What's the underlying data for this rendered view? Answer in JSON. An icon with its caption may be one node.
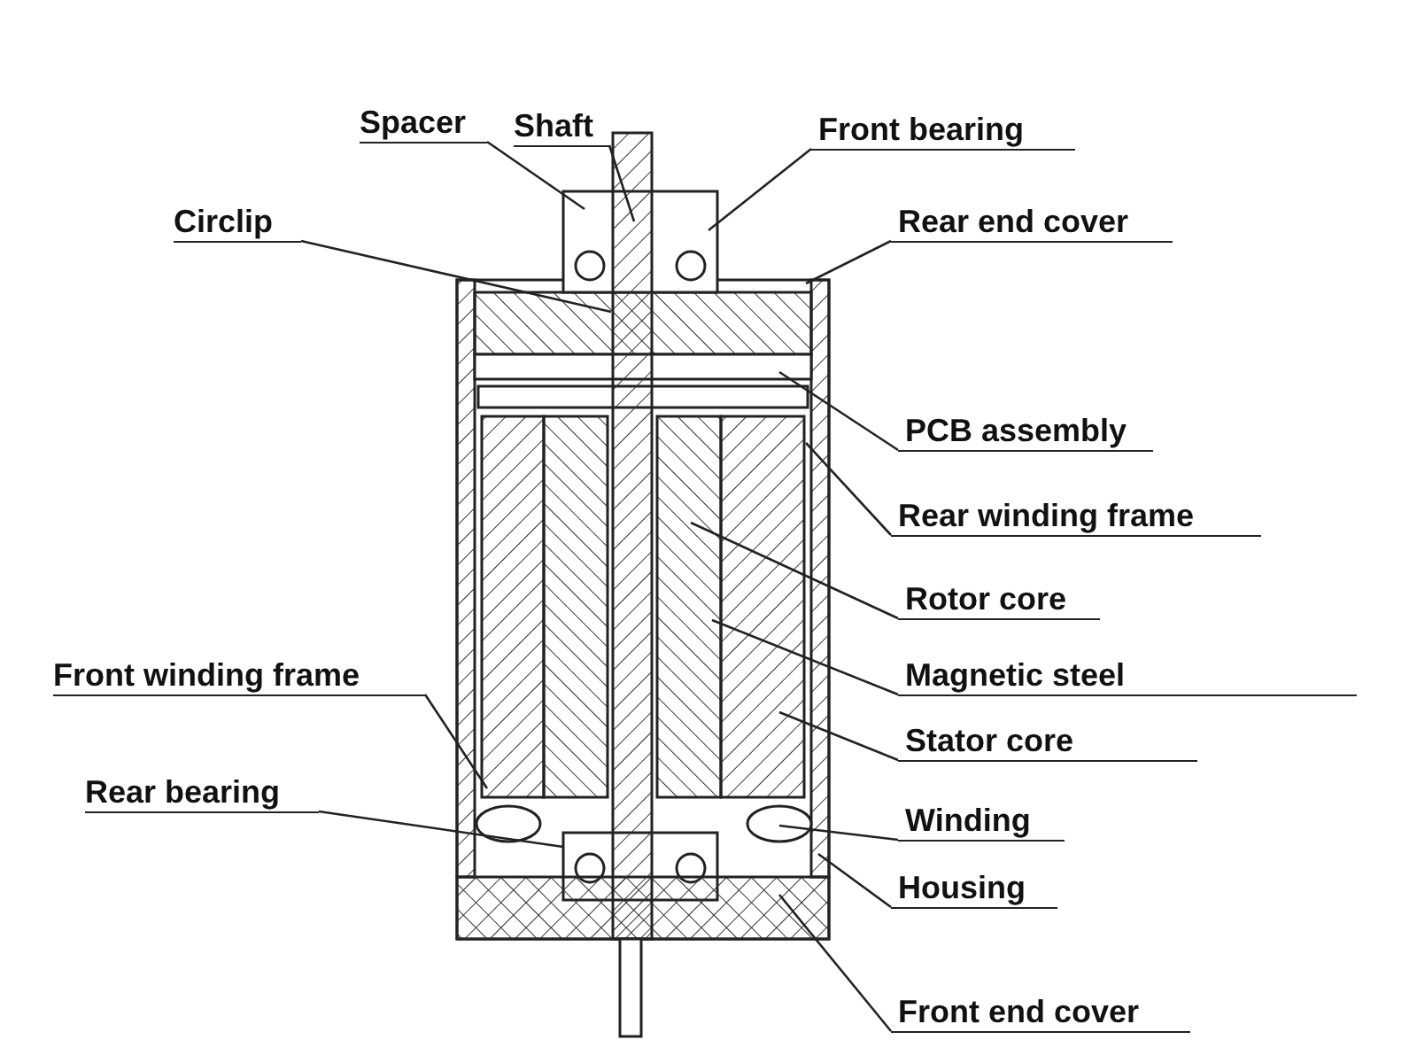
{
  "diagram": {
    "nodes": [
      {
        "text": [
          "Spacer"
        ]
      },
      {
        "text": [
          "Shaft"
        ]
      },
      {
        "text": [
          "Front bearing"
        ]
      },
      {
        "text": [
          "Circlip"
        ]
      },
      {
        "text": [
          "Rear end cover"
        ]
      },
      {
        "text": [
          "PCB assembly"
        ]
      },
      {
        "text": [
          "Rear winding frame"
        ]
      },
      {
        "text": [
          "Rotor core"
        ]
      },
      {
        "text": [
          "Front winding frame"
        ]
      },
      {
        "text": [
          "Magnetic steel"
        ]
      },
      {
        "text": [
          "Stator core"
        ]
      },
      {
        "text": [
          "Rear bearing"
        ]
      },
      {
        "text": [
          "Winding"
        ]
      },
      {
        "text": [
          "Housing"
        ]
      },
      {
        "text": [
          "Front end cover"
        ]
      }
    ],
    "edges": [
      {
        "from": 0,
        "to": null,
        "arrow": "none"
      },
      {
        "from": 1,
        "to": null,
        "arrow": "none"
      },
      {
        "from": 2,
        "to": null,
        "arrow": "none"
      },
      {
        "from": 3,
        "to": null,
        "arrow": "none"
      },
      {
        "from": 4,
        "to": null,
        "arrow": "none"
      },
      {
        "from": 5,
        "to": null,
        "arrow": "none"
      },
      {
        "from": 6,
        "to": null,
        "arrow": "none"
      },
      {
        "from": 7,
        "to": null,
        "arrow": "none"
      },
      {
        "from": 8,
        "to": null,
        "arrow": "none"
      },
      {
        "from": 9,
        "to": null,
        "arrow": "none"
      },
      {
        "from": 10,
        "to": null,
        "arrow": "none"
      },
      {
        "from": 11,
        "to": null,
        "arrow": "none"
      },
      {
        "from": 12,
        "to": null,
        "arrow": "none"
      },
      {
        "from": 13,
        "to": null,
        "arrow": "none"
      },
      {
        "from": 14,
        "to": null,
        "arrow": "none"
      }
    ]
  }
}
